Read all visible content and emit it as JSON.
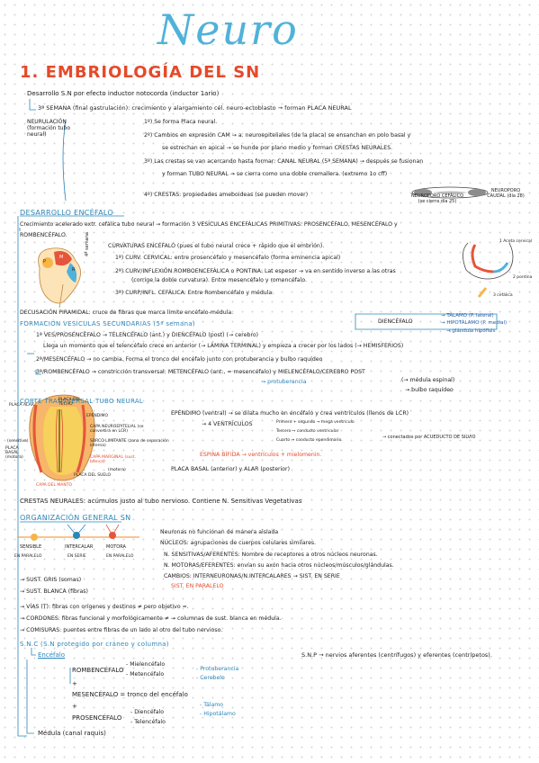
{
  "title": "Neuro",
  "section1": {
    "heading": "1. EMBRIOLOGÍA DEL SN",
    "intro": "Desarrollo S.N por efecto inductor notocorda (inductor 1ario)",
    "week3": "3ª SEMANA (final gastrulación): crecimiento y alargamiento cél. neuro-ectoblasto → forman PLACA NEURAL",
    "neurulacion_label": "NEURULACIÓN (formación tubo neural)",
    "steps": [
      "1º) Se forma Placa neural.",
      "2º) Cambios en expresión CAM → a. neuroepiteliales (de la placa) se ensanchan en polo basal y",
      "se estrechan en apical → se hunde por plano medio y forman CRESTAS NEURALES.",
      "3º) Las crestas se van acercando hasta formar: CANAL NEURAL (5ª SEMANA) → después se fusionan",
      "y forman TUBO NEURAL → se cierra como una doble cremallera. (extremo 1o cff)",
      "4º) CRESTAS: propiedades ameboideas (se pueden mover)"
    ],
    "neuroporos": {
      "cefalico": "NEUROPORO CEFÁLICO (se cierra día 25)",
      "caudal": "NEUROPORO CAUDAL (día 28)"
    }
  },
  "desarrollo": {
    "heading": "DESARROLLO ENCÉFALO",
    "line1": "Crecimiento acelerado extr. cefálica tubo neural → formación 3 VESÍCULAS ENCEFÁLICAS PRIMITIVAS: PROSENCÉFALO, MESENCÉFALO y",
    "line2": "ROMBENCÉFALO.",
    "side_label": "4ª semana",
    "vesicle_letters": [
      "P",
      "M",
      "R"
    ],
    "curvaturas_title": "CURVATURAS ENCÉFALO (pues el tubo neural crece + rápido que el embrión).",
    "curvaturas": [
      "1ª) CURV. CERVICAL: entre prosencéfalo y mesencéfalo (forma eminencia apical)",
      "2ª) CURV/INFLEXIÓN ROMBOENCEFÁLICA o PONTINA: Lat espesor → va en sentido inverso a las otras",
      "(corrige la doble curvatura). Entre mesencéfalo y romencéfalo.",
      "3ª) CURP/INFL. CEFÁLICA: Entre Rombencéfalo y médula."
    ],
    "diagram_labels": [
      "1 Aceta cervical",
      "2 pontina",
      "3 cefálica"
    ]
  },
  "decusacion": "DECUSACIÓN PIRAMIDAL: cruce de fibras que marca límite encéfalo-médula.",
  "vesiculas": {
    "heading": "FORMACIÓN VESÍCULAS SECUNDARIAS (5ª semana)",
    "v1": "1ª VES/PROSENCÉFALO → TELENCÉFALO (ant.) y DIENCÉFALO (post) (→ cerebro)",
    "v1b": "Llega un momento que el telencéfalo crece en anterior (→ LÁMINA TERMINAL) y empieza a crecer por los lados (→ HEMISFERIOS)",
    "v2": "2ª/MESENCÉFALO → no cambia. Forma el tronco del encéfalo junto con protuberancia y bulbo raquídeo",
    "v3": "3ª/ROMBENCÉFALO → constricción transversal: METENCÉFALO (ant., = mesencéfalo) y MIELENCÉFALO/CEREBRO POST",
    "v3a": "→ protuberancia",
    "v3b": "(→ médula espinal)",
    "v3c": "→ bulbo raquídeo",
    "diencefalo_box": "DIENCÉFALO",
    "dien_items": [
      "→ TÁLAMO (P. lateral)",
      "→ HIPOTÁLAMO (P. medial)",
      "→ glándula hipófisis"
    ]
  },
  "corte": {
    "heading": "CORTE TRANSVERSAL TUBO NEURAL",
    "labels": [
      "PLACA DEL TECHO",
      "PLACA ALAR",
      "EPÉNDIMO",
      "CAPA NEUROEPITELIAL (se convertirá en LCR)",
      "SURCO LIMITANTE (zona de separación interna)",
      "CAPA MARGINAL (sust. blanca)",
      "PLACA BASAL (motora)",
      "PLACA DEL SUELO",
      "CAPA DEL MANTO",
      "(motora)",
      "(sensitiva)"
    ],
    "n1": "EPÉNDIMO (ventral) → se dilata mucho en encéfalo y crea ventrículos (llenos de LCR)",
    "ventriculos": "→ 4 VENTRÍCULOS",
    "vent_items": [
      "Primero + segundo → mega ventrículo",
      "Tercero → conducto ventricular",
      "Cuarto → conducto ependimario"
    ],
    "vent_note": "→ conectados por ACUEDUCTO DE SILVIO",
    "espina": "ESPINA BÍFIDA → ventrículos + mielomenin.",
    "placas": "PLACA BASAL (anterior) y ALAR (posterior)"
  },
  "crestas": "CRESTAS NEURALES: acúmulos justo al tubo nervioso. Contiene N. Sensitivas Vegetativas",
  "organizacion": {
    "heading": "ORGANIZACIÓN GENERAL SN",
    "neurons": [
      "SENSIBLE",
      "INTERCALAR",
      "MOTORA"
    ],
    "neuron_sub": [
      "EN PARALELO",
      "EN SERIE",
      "EN PARALELO"
    ],
    "items": [
      "Neuronas no funcionan de manera aislada",
      "NÚCLEOS: agrupaciones de cuerpos celulares similares.",
      "N. SENSITIVAS/AFERENTES: Nombre de receptores a otros núcleos neuronas.",
      "N. MOTORAS/EFERENTES: envían su axón hacia otros núcleos/músculos/glándulas.",
      "CAMBIOS: INTERNEURONAS/N.INTERCALARES → SIST. EN SERIE",
      "SIST. EN PARALELO"
    ],
    "gris": "→ SUST. GRIS (somas)",
    "blanca": "→ SUST. BLANCA (fibras)",
    "vias": "→ VÍAS (T): fibras con orígenes y destinos ≠ pero objetivo =.",
    "cordones": "→ CORDONES: fibras funcional y morfológicamente ≠ → columnas de sust. blanca en médula.",
    "comisuras": "→ COMISURAS: puentes entre fibras de un lado al otro del tubo nervioso."
  },
  "snc": {
    "heading": "S.N.C (S.N protegido por cráneo y columna)",
    "encefalo": "Encéfalo",
    "romb": "ROMBENCÉFALO",
    "romb_sub": [
      "- Mielencéfalo",
      "- Metencéfalo"
    ],
    "romb_sub2": [
      "- Protuberancia",
      "- Cerebelo"
    ],
    "plus": "+",
    "mesen": "MESENCÉFALO = tronco del encéfalo",
    "prosen": "PROSENCÉFALO",
    "prosen_sub": [
      "- Diencéfalo",
      "- Telencéfalo"
    ],
    "prosen_sub2": [
      "- Tálamo",
      "- Hipotálamo"
    ],
    "medula": "Médula (canal raquis)",
    "snp": "S.N.P → nervios aferentes (centrífugos) y eferentes (centrípetos)."
  },
  "colors": {
    "cyan": "#2a86b8",
    "red": "#e44a2a",
    "orange": "#f08a1e",
    "title": "#4fb2d9"
  }
}
